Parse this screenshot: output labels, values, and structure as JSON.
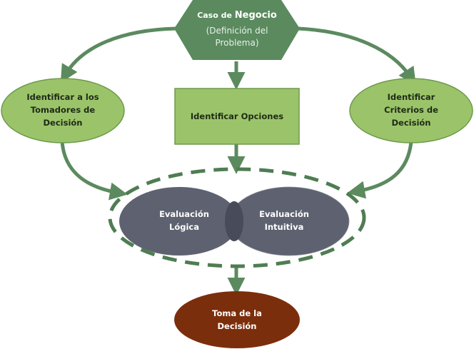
{
  "colors": {
    "arrow": "#5b8a5f",
    "hexagon_fill": "#5a8a5e",
    "light_green_fill": "#9bc46a",
    "light_green_stroke": "#6e9a4c",
    "venn_fill": "#5e6270",
    "venn_overlap": "#474b5a",
    "decision_fill": "#7b2e0c",
    "dashed_stroke": "#4f7d52"
  },
  "nodes": {
    "business_case": {
      "line1_prefix": "Caso de ",
      "line1_emph": "Negocio",
      "line2": "(Definición del",
      "line3": "Problema)"
    },
    "decision_makers": {
      "lines": [
        "Identificar a los",
        "Tomadores de",
        "Decisión"
      ]
    },
    "options": {
      "lines": [
        "Identificar Opciones"
      ]
    },
    "criteria": {
      "lines": [
        "Identificar",
        "Criterios de",
        "Decisión"
      ]
    },
    "logical_eval": {
      "lines": [
        "Evaluación",
        "Lógica"
      ]
    },
    "intuitive_eval": {
      "lines": [
        "Evaluación",
        "Intuitiva"
      ]
    },
    "decision": {
      "lines": [
        "Toma de la",
        "Decisión"
      ]
    }
  }
}
